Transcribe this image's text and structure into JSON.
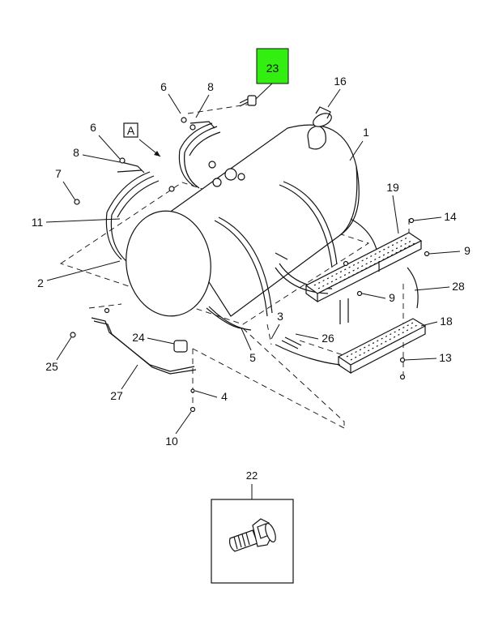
{
  "diagram": {
    "highlight_color": "#33ee11",
    "highlighted_callout": "23",
    "view_marker": "A",
    "inset_callout": "22",
    "callouts": {
      "c1": "1",
      "c2": "2",
      "c3": "3",
      "c4": "4",
      "c5": "5",
      "c6a": "6",
      "c6b": "6",
      "c7": "7",
      "c8a": "8",
      "c8b": "8",
      "c9a": "9",
      "c9b": "9",
      "c10": "10",
      "c11": "11",
      "c13": "13",
      "c14": "14",
      "c16": "16",
      "c18": "18",
      "c19": "19",
      "c24": "24",
      "c25": "25",
      "c26": "26",
      "c27": "27",
      "c28": "28"
    }
  }
}
